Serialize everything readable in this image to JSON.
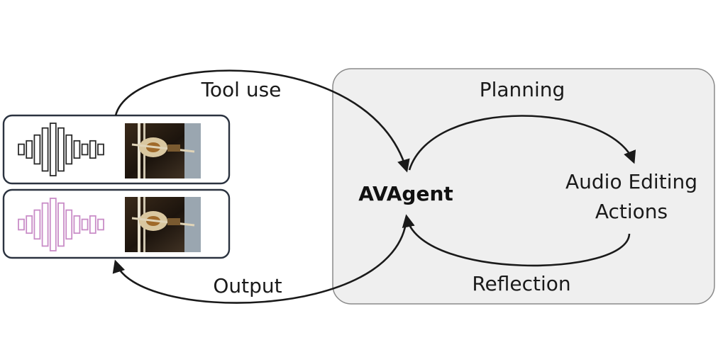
{
  "labels": {
    "tool_use": "Tool use",
    "planning": "Planning",
    "agent": "AVAgent",
    "actions_line1": "Audio Editing",
    "actions_line2": "Actions",
    "reflection": "Reflection",
    "output": "Output"
  },
  "colors": {
    "agent_panel_fill": "#efefef",
    "agent_panel_stroke": "#8a8a8a",
    "card_stroke": "#2b3340",
    "waveform_input": "#2b2b2b",
    "waveform_output": "#c98cc7",
    "arrow": "#1a1a1a"
  },
  "icons": {
    "input_waveform": "waveform-icon",
    "output_waveform": "waveform-icon",
    "video_frame": "violin-video-frame"
  },
  "waveform_bar_levels": [
    0.2,
    0.33,
    0.55,
    0.82,
    1.0,
    0.82,
    0.55,
    0.33,
    0.2,
    0.33,
    0.2
  ]
}
